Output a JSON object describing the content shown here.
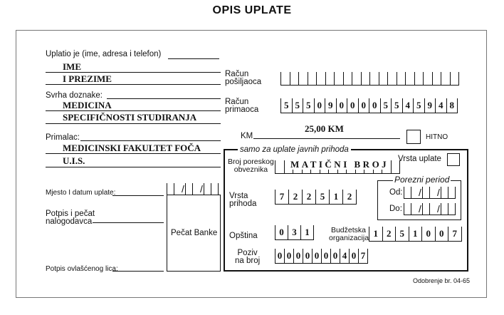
{
  "title": "OPIS UPLATE",
  "payer": {
    "label": "Uplatio je (ime, adresa i telefon)",
    "lines": [
      "IME",
      "I PREZIME"
    ]
  },
  "purpose": {
    "label": "Svrha doznake:",
    "lines": [
      "MEDICINA",
      "SPECIFIČNOSTI STUDIRANJA"
    ]
  },
  "recipient": {
    "label": "Primalac:",
    "lines": [
      "MEDICINSKI FAKULTET FOČA",
      "U.I.S."
    ]
  },
  "place_date": {
    "label": "Mjesto I datum uplate:"
  },
  "signature_stamp": {
    "label": "Potpis i pečat nalogodavca"
  },
  "signature_auth": {
    "label": "Potpis ovlašćenog lica:"
  },
  "bank_stamp": {
    "label": "Pečat Banke"
  },
  "payer_account": {
    "label_line1": "Račun",
    "label_line2": "pošiljaoca"
  },
  "recipient_account": {
    "label_line1": "Račun",
    "label_line2": "primaoca",
    "digits": [
      "5",
      "5",
      "5",
      "0",
      "9",
      "0",
      "0",
      "0",
      "0",
      "5",
      "5",
      "4",
      "5",
      "9",
      "4",
      "8"
    ]
  },
  "amount": {
    "label": "KM",
    "value": "25,00 KM"
  },
  "urgent": {
    "label": "HITNO"
  },
  "public_revenue": {
    "header": "samo za uplate javnih prihoda",
    "payment_type_label": "Vrsta uplate",
    "tax_number_label_line1": "Broj poreskog",
    "tax_number_label_line2": "obveznika",
    "tax_number_value": "MATIČNI BROJ",
    "revenue_type_label_line1": "Vrsta",
    "revenue_type_label_line2": "prihoda",
    "revenue_type_digits": [
      "7",
      "2",
      "2",
      "5",
      "1",
      "2"
    ],
    "tax_period_label": "Porezni period",
    "from_label": "Od:",
    "to_label": "Do:",
    "municipality_label": "Opština",
    "municipality_digits": [
      "0",
      "3",
      "1"
    ],
    "budget_org_label_line1": "Budžetska",
    "budget_org_label_line2": "organizacija",
    "budget_org_digits": [
      "1",
      "2",
      "5",
      "1",
      "0",
      "0",
      "7"
    ],
    "reference_label_line1": "Poziv",
    "reference_label_line2": "na broj",
    "reference_digits": [
      "0",
      "0",
      "0",
      "0",
      "0",
      "0",
      "0",
      "4",
      "0",
      "7"
    ]
  },
  "approval": "Odobrenje br. 04-65"
}
